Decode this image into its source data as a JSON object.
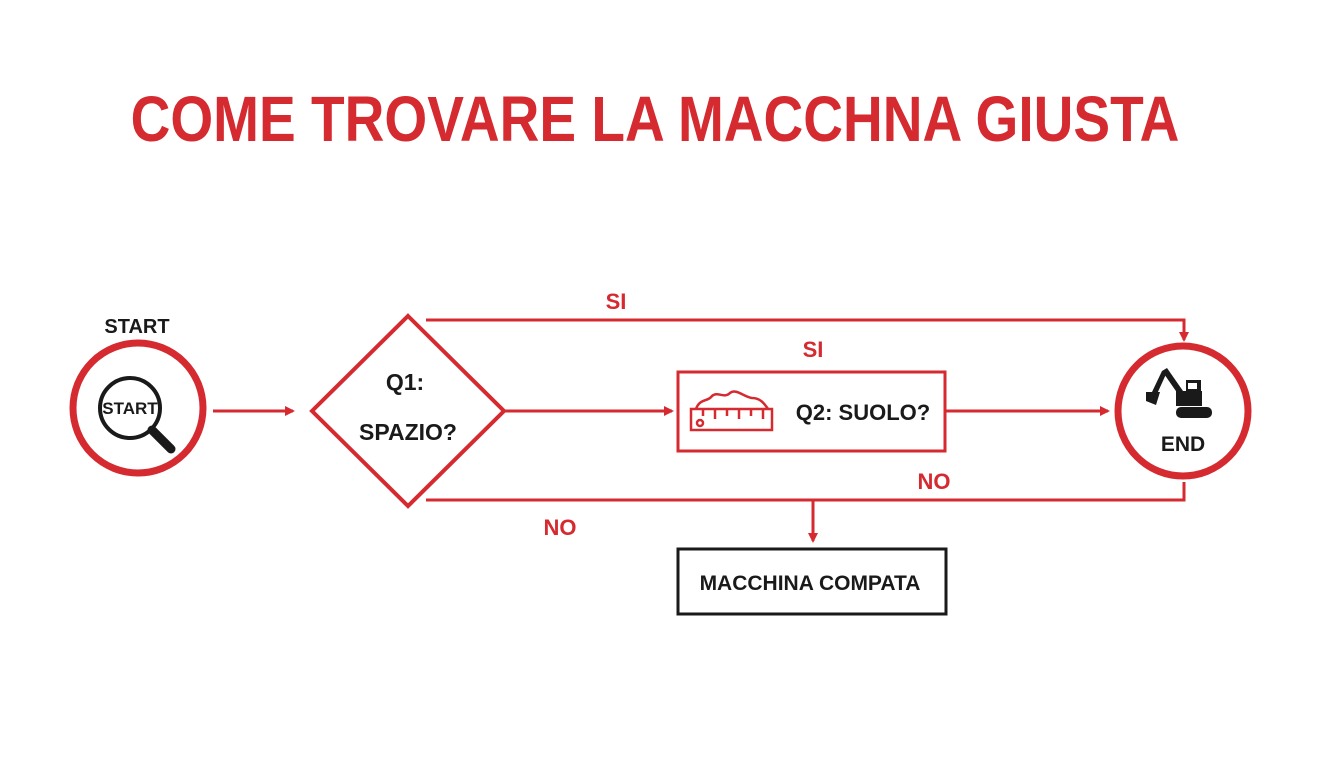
{
  "title": "COME TROVARE LA MACCHNA GIUSTA",
  "colors": {
    "accent": "#d42a30",
    "ink": "#1a1a1a",
    "background": "#ffffff"
  },
  "nodes": {
    "start": {
      "label": "START",
      "inner_label": "START",
      "icon": "magnifier-icon"
    },
    "q1": {
      "line1": "Q1:",
      "line2": "SPAZIO?"
    },
    "q2": {
      "label": "Q2: SUOLO?",
      "icon": "soil-ruler-icon"
    },
    "end": {
      "label": "END",
      "icon": "excavator-icon"
    },
    "compact": {
      "label": "MACCHINA COMPATA"
    }
  },
  "edges": {
    "q1_yes": "SI",
    "q2_yes": "SI",
    "q2_no": "NO",
    "q1_no": "NO"
  }
}
